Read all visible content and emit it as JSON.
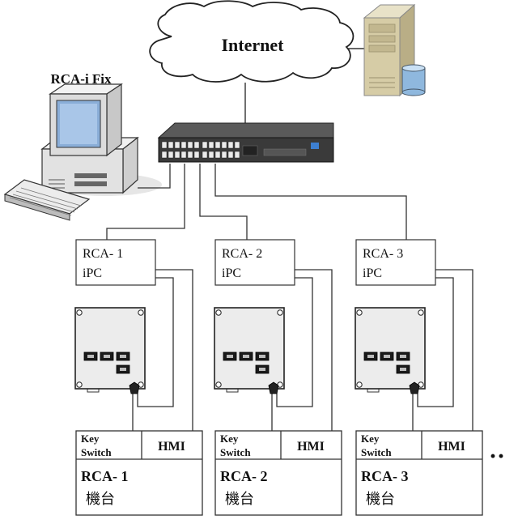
{
  "cloud_label": "Internet",
  "pc_label": "RCA-i Fix",
  "units": [
    {
      "ipc_name": "RCA- 1",
      "ipc_sub": "iPC",
      "key_line1": "Key",
      "key_line2": "Switch",
      "hmi": "HMI",
      "machine_name": "RCA- 1",
      "machine_sub": "機台"
    },
    {
      "ipc_name": "RCA- 2",
      "ipc_sub": "iPC",
      "key_line1": "Key",
      "key_line2": "Switch",
      "hmi": "HMI",
      "machine_name": "RCA- 2",
      "machine_sub": "機台"
    },
    {
      "ipc_name": "RCA- 3",
      "ipc_sub": "iPC",
      "key_line1": "Key",
      "key_line2": "Switch",
      "hmi": "HMI",
      "machine_name": "RCA- 3",
      "machine_sub": "機台"
    }
  ],
  "continuation": "··"
}
